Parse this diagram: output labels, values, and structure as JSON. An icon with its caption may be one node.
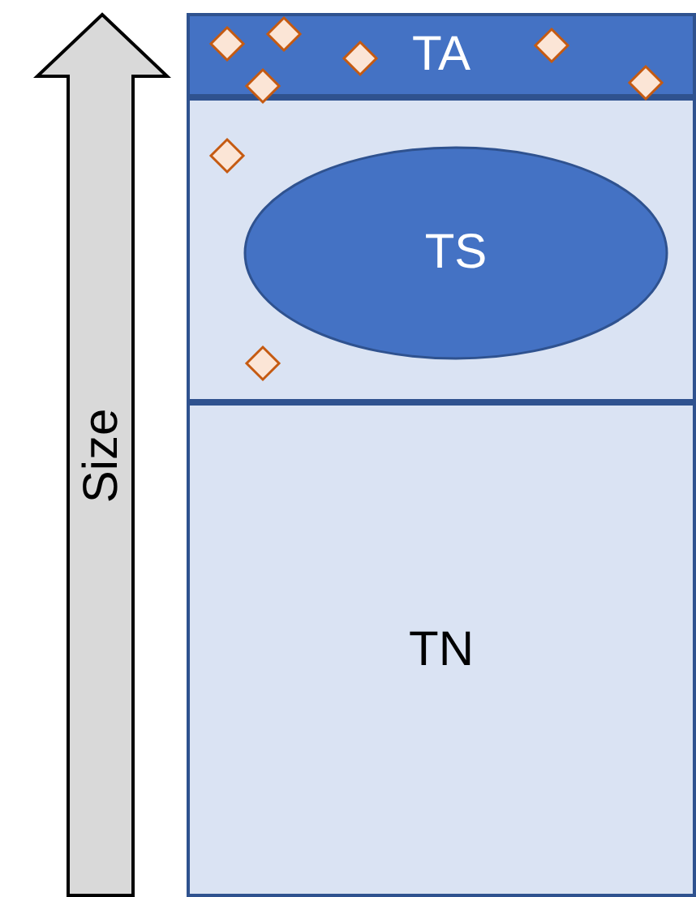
{
  "diagram": {
    "nodes": [
      {
        "text": [
          "Size"
        ]
      },
      {
        "text": [
          "TA"
        ]
      },
      {
        "text": [],
        "shape": "box"
      },
      {
        "text": [
          "TS"
        ],
        "in": 2
      },
      {
        "text": [
          "TN"
        ]
      }
    ]
  }
}
